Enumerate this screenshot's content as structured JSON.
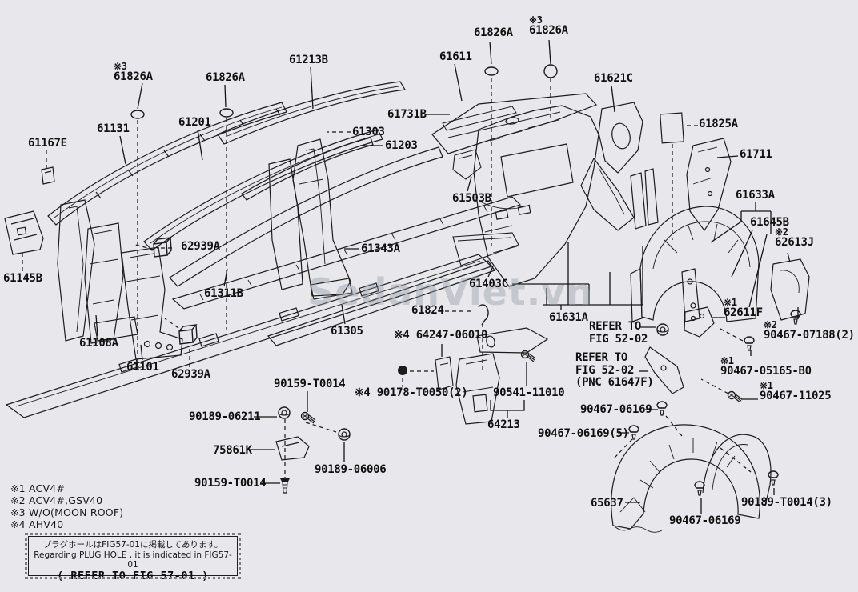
{
  "watermark": {
    "text": "SedanViet.vn"
  },
  "footnotes": [
    {
      "text": "※1 ACV4#"
    },
    {
      "text": "※2 ACV4#,GSV40"
    },
    {
      "text": "※3 W/O(MOON ROOF)"
    },
    {
      "text": "※4 AHV40"
    }
  ],
  "note_box": {
    "line1": "プラグホールはFIG57-01に掲載してあります。",
    "line2": "Regarding PLUG HOLE , it is indicated in FIG57-01",
    "line3": "( REFER TO FIG 57-01 )"
  },
  "parts": [
    {
      "id": "61826A-1",
      "note": "※3",
      "text": "61826A"
    },
    {
      "id": "61826A-2",
      "text": "61826A"
    },
    {
      "id": "61213B",
      "text": "61213B"
    },
    {
      "id": "61611",
      "text": "61611"
    },
    {
      "id": "61826A-3",
      "text": "61826A"
    },
    {
      "id": "61826A-4",
      "note": "※3",
      "text": "61826A"
    },
    {
      "id": "61621C",
      "text": "61621C"
    },
    {
      "id": "61131",
      "text": "61131"
    },
    {
      "id": "61201",
      "text": "61201"
    },
    {
      "id": "61167E",
      "text": "61167E"
    },
    {
      "id": "61731B",
      "text": "61731B"
    },
    {
      "id": "61303",
      "text": "61303"
    },
    {
      "id": "61203",
      "text": "61203"
    },
    {
      "id": "61825A",
      "text": "61825A"
    },
    {
      "id": "61711",
      "text": "61711"
    },
    {
      "id": "61503B",
      "text": "61503B"
    },
    {
      "id": "61633A",
      "text": "61633A"
    },
    {
      "id": "61645B",
      "text": "61645B"
    },
    {
      "id": "62613J",
      "note": "※2",
      "text": "62613J"
    },
    {
      "id": "62939A-1",
      "text": "62939A"
    },
    {
      "id": "61343A",
      "text": "61343A"
    },
    {
      "id": "61145B",
      "text": "61145B"
    },
    {
      "id": "61311B",
      "text": "61311B"
    },
    {
      "id": "61403C",
      "text": "61403C"
    },
    {
      "id": "61824",
      "text": "61824"
    },
    {
      "id": "61631A",
      "text": "61631A"
    },
    {
      "id": "61305",
      "text": "61305"
    },
    {
      "id": "61108A",
      "text": "61108A"
    },
    {
      "id": "61101",
      "text": "61101"
    },
    {
      "id": "62939A-2",
      "text": "62939A"
    },
    {
      "id": "64247",
      "text": "※4 64247-06010"
    },
    {
      "id": "90159-T0014-1",
      "text": "90159-T0014"
    },
    {
      "id": "90189-06211",
      "text": "90189-06211"
    },
    {
      "id": "90178-T0050",
      "text": "※4 90178-T0050(2)"
    },
    {
      "id": "75861K",
      "text": "75861K"
    },
    {
      "id": "90189-06006",
      "text": "90189-06006"
    },
    {
      "id": "90159-T0014-2",
      "text": "90159-T0014"
    },
    {
      "id": "refer-a",
      "text": "REFER TO\nFIG 52-02"
    },
    {
      "id": "refer-b",
      "text": "REFER TO\nFIG 52-02\n(PNC 61647F)"
    },
    {
      "id": "90541-11010",
      "text": "90541-11010"
    },
    {
      "id": "64213",
      "text": "64213"
    },
    {
      "id": "62611F",
      "note": "※1",
      "text": "62611F"
    },
    {
      "id": "90467-07188",
      "note": "※2",
      "text": "90467-07188(2)"
    },
    {
      "id": "90467-05165",
      "note": "※1",
      "text": "90467-05165-B0"
    },
    {
      "id": "90467-11025",
      "note": "※1",
      "text": "90467-11025"
    },
    {
      "id": "90467-06169-a",
      "text": "90467-06169"
    },
    {
      "id": "90467-06169-b",
      "text": "90467-06169(5)"
    },
    {
      "id": "65637",
      "text": "65637"
    },
    {
      "id": "90467-06169-c",
      "text": "90467-06169"
    },
    {
      "id": "90189-T0014-3",
      "text": "90189-T0014(3)"
    }
  ]
}
